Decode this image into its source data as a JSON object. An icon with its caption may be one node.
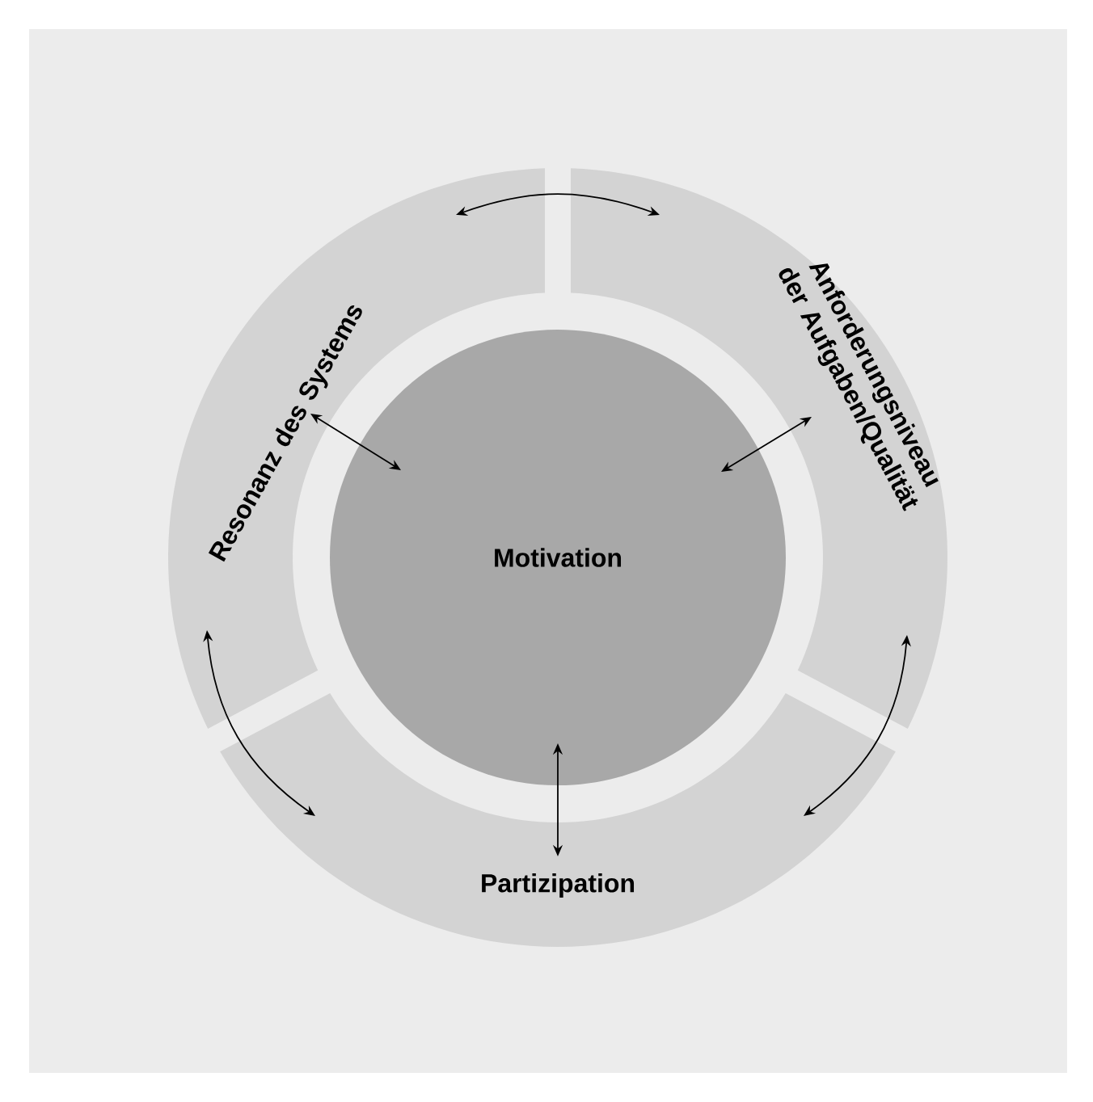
{
  "diagram": {
    "nodes": [
      {
        "text": [
          "Motivation"
        ]
      },
      {
        "text": [
          "Resonanz des Systems"
        ]
      },
      {
        "text": [
          "Anforderungsniveau der Aufgaben/Qualität"
        ]
      },
      {
        "text": [
          "Partizipation"
        ]
      }
    ],
    "edges": [
      {
        "from": 1,
        "to": 2,
        "arrow": "both"
      },
      {
        "from": 1,
        "to": 0,
        "arrow": "both"
      },
      {
        "from": 2,
        "to": 0,
        "arrow": "both"
      },
      {
        "from": 0,
        "to": 3,
        "arrow": "both"
      },
      {
        "from": 1,
        "to": 3,
        "arrow": "both"
      },
      {
        "from": 2,
        "to": 3,
        "arrow": "both"
      }
    ]
  }
}
